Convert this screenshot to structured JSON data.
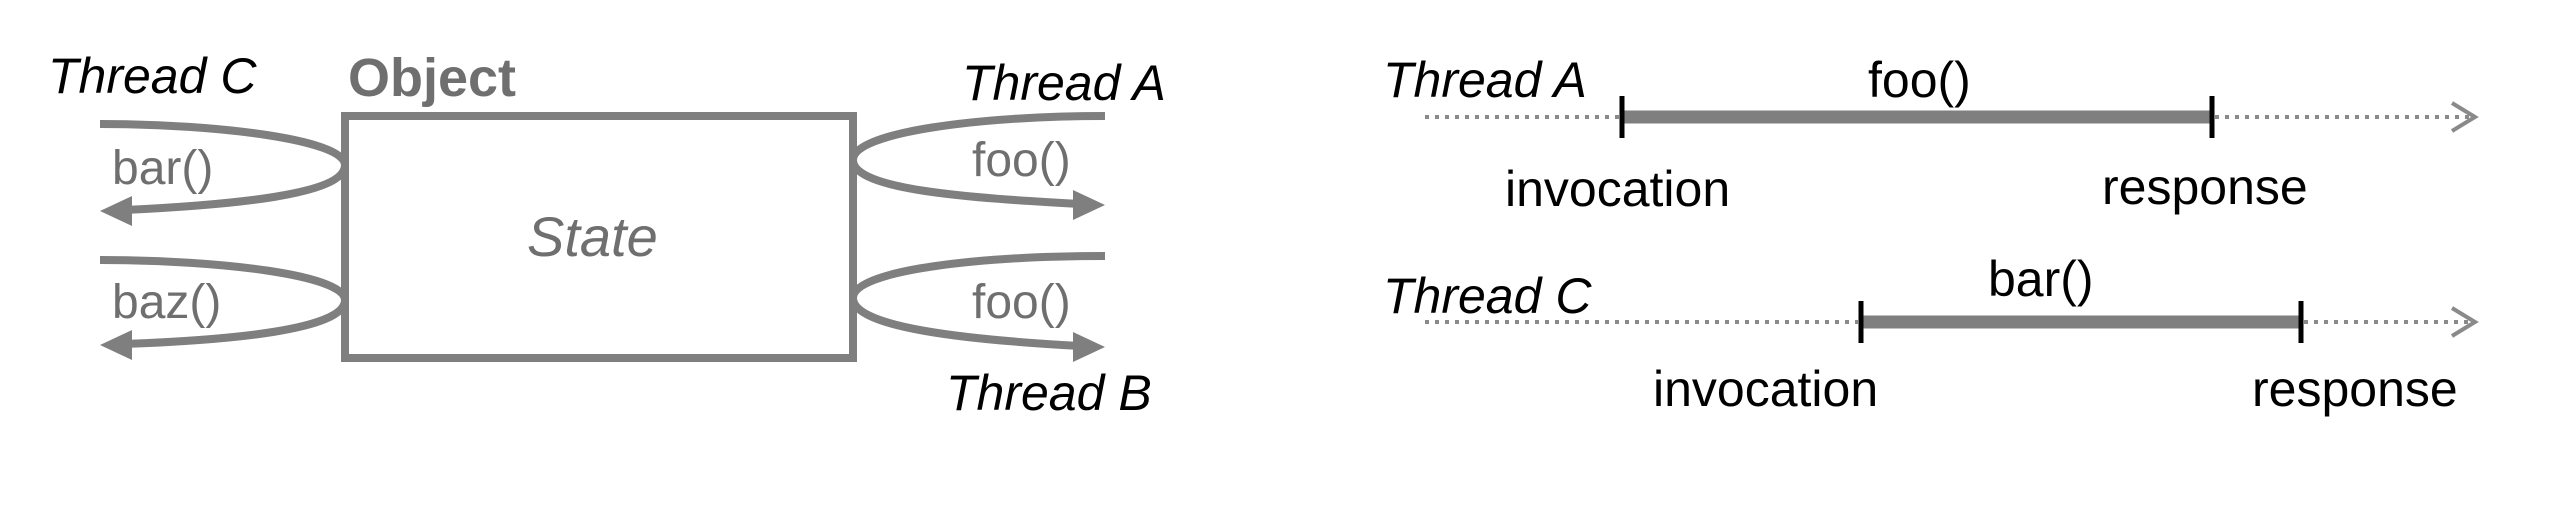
{
  "colors": {
    "gray": "#7f7f7f",
    "dark_gray": "#6f6f6f",
    "black": "#000000"
  },
  "left_diagram": {
    "object_label": "Object",
    "state_label": "State",
    "thread_c": "Thread C",
    "thread_a": "Thread A",
    "thread_b": "Thread B",
    "call_bar": "bar()",
    "call_baz": "baz()",
    "call_foo_a": "foo()",
    "call_foo_b": "foo()"
  },
  "right_diagram": {
    "row1": {
      "thread": "Thread A",
      "method": "foo()",
      "invocation": "invocation",
      "response": "response"
    },
    "row2": {
      "thread": "Thread C",
      "method": "bar()",
      "invocation": "invocation",
      "response": "response"
    }
  }
}
